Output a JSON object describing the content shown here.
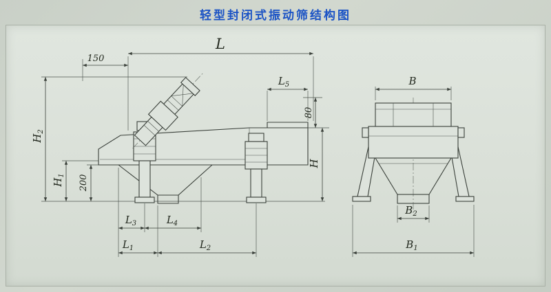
{
  "title": "轻型封闭式振动筛结构图",
  "colors": {
    "title_accent": "#1b53c5",
    "line": "#3a403a",
    "paper": "#dae0d8"
  },
  "labels": {
    "L": "L",
    "d150": "150",
    "L5": {
      "main": "L",
      "sub": "5"
    },
    "d80": "80",
    "H2": {
      "main": "H",
      "sub": "2"
    },
    "H1": {
      "main": "H",
      "sub": "1"
    },
    "d200": "200",
    "H": "H",
    "L3": {
      "main": "L",
      "sub": "3"
    },
    "L4": {
      "main": "L",
      "sub": "4"
    },
    "L1": {
      "main": "L",
      "sub": "1"
    },
    "L2": {
      "main": "L",
      "sub": "2"
    },
    "B": "B",
    "B2": {
      "main": "B",
      "sub": "2"
    },
    "B1": {
      "main": "B",
      "sub": "1"
    }
  }
}
